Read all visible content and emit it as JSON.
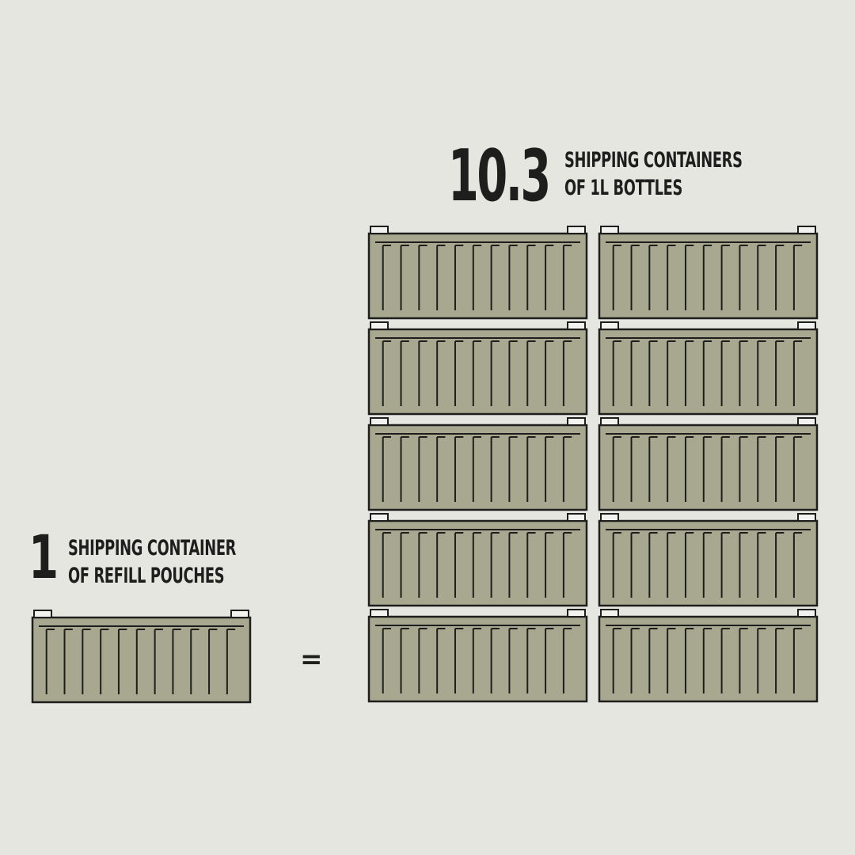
{
  "left": {
    "number": "1",
    "label_line1": "SHIPPING CONTAINER",
    "label_line2": "OF REFILL POUCHES",
    "container_count": 1
  },
  "right": {
    "number": "10.3",
    "label_line1": "SHIPPING CONTAINERS",
    "label_line2": "OF 1L BOTTLES",
    "container_count": 10
  },
  "equals_sign": "=",
  "colors": {
    "background": "#e6e6e1",
    "container_fill": "#a8a78f",
    "outline": "#1e1e1c",
    "corner_fill": "#f2f2ee"
  }
}
